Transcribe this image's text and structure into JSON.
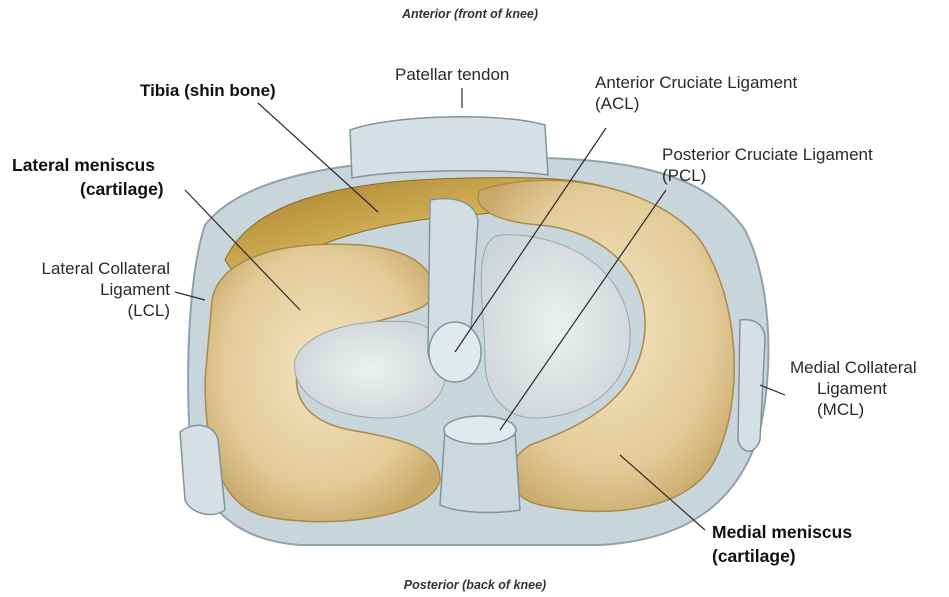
{
  "captions": {
    "top": "Anterior (front of knee)",
    "bottom": "Posterior (back of knee)"
  },
  "labels": {
    "tibia": "Tibia (shin bone)",
    "patellar_tendon": "Patellar tendon",
    "acl": {
      "line1": "Anterior Cruciate Ligament",
      "line2": "(ACL)"
    },
    "pcl": {
      "line1": "Posterior Cruciate Ligament",
      "line2": "(PCL)"
    },
    "lateral_meniscus": {
      "line1": "Lateral meniscus",
      "line2": "(cartilage)"
    },
    "lcl": {
      "line1": "Lateral Collateral",
      "line2": "Ligament",
      "line3": "(LCL)"
    },
    "mcl": {
      "line1": "Medial Collateral",
      "line2": "Ligament",
      "line3": "(MCL)"
    },
    "medial_meniscus": {
      "line1": "Medial meniscus",
      "line2": "(cartilage)"
    }
  },
  "colors": {
    "capsule": "#c4d2d8",
    "ligament": "#d6e0e4",
    "meniscus": "#e3cfa2",
    "bone_yellow": "#c6a14a",
    "plateau": "#dfe3e3"
  }
}
